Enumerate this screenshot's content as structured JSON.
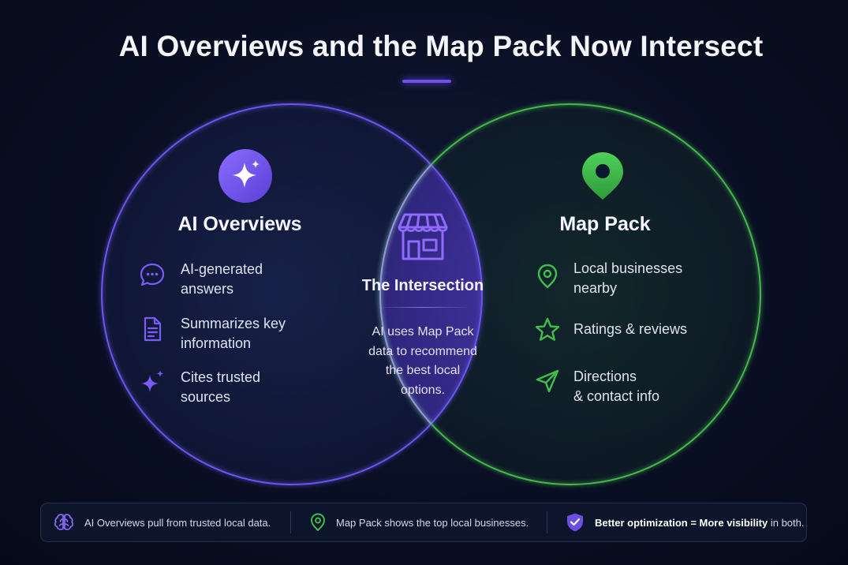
{
  "title": "AI Overviews and the Map Pack Now Intersect",
  "colors": {
    "background": "#0a1026",
    "ai_accent": "#7b5cf5",
    "map_accent": "#3fbf4a",
    "intersection": "#6a4fe0"
  },
  "left_circle": {
    "title": "AI Overviews",
    "header_icon": "sparkle-icon",
    "items": [
      {
        "icon": "chat-bubble-icon",
        "line1": "AI-generated",
        "line2": "answers"
      },
      {
        "icon": "document-icon",
        "line1": "Summarizes key",
        "line2": "information"
      },
      {
        "icon": "sparkles-icon",
        "line1": "Cites trusted",
        "line2": "sources"
      }
    ]
  },
  "intersection": {
    "icon": "storefront-icon",
    "title": "The Intersection",
    "description_lines": [
      "AI uses Map Pack",
      "data to recommend",
      "the best local",
      "options."
    ]
  },
  "right_circle": {
    "title": "Map Pack",
    "header_icon": "map-pin-icon",
    "items": [
      {
        "icon": "location-pin-icon",
        "line1": "Local businesses",
        "line2": "nearby"
      },
      {
        "icon": "star-icon",
        "line1": "Ratings & reviews",
        "line2": ""
      },
      {
        "icon": "navigation-arrow-icon",
        "line1": "Directions",
        "line2": "& contact info"
      }
    ]
  },
  "footer": {
    "items": [
      {
        "icon": "brain-icon",
        "text": "AI Overviews pull from trusted local data."
      },
      {
        "icon": "map-pin-icon",
        "text": "Map Pack shows the top local businesses."
      },
      {
        "icon": "shield-check-icon",
        "bold": "Better optimization = More visibility",
        "text": " in both."
      }
    ]
  }
}
